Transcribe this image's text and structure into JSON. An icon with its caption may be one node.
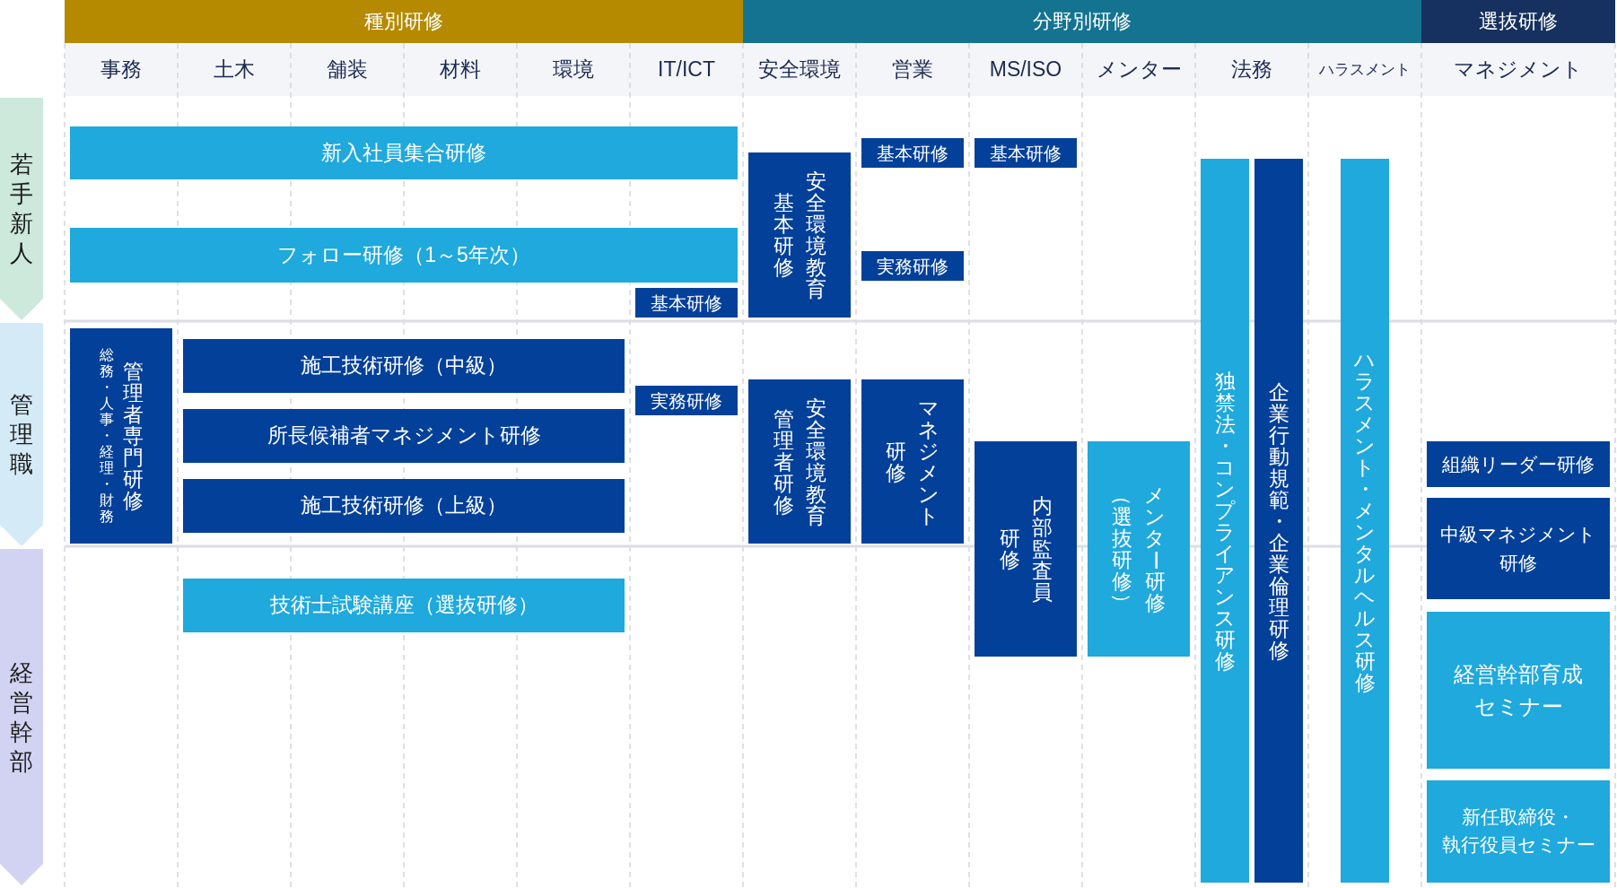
{
  "diagram": {
    "nodes": [
      {
        "text": [
          "種別研修"
        ]
      },
      {
        "text": [
          "分野別研修"
        ]
      },
      {
        "text": [
          "選抜研修"
        ]
      },
      {
        "text": [
          "若手新人"
        ]
      },
      {
        "text": [
          "管理職"
        ]
      },
      {
        "text": [
          "経営幹部"
        ]
      },
      {
        "text": [
          "新入社員集合研修"
        ]
      },
      {
        "text": [
          "フォロー研修（1～5年次）"
        ]
      },
      {
        "text": [
          "基本研修"
        ]
      },
      {
        "text": [
          "安全環境教育基本研修"
        ]
      },
      {
        "text": [
          "基本研修"
        ]
      },
      {
        "text": [
          "基本研修"
        ]
      },
      {
        "text": [
          "実務研修"
        ]
      },
      {
        "text": [
          "独禁法・コンプライアンス研修"
        ]
      },
      {
        "text": [
          "企業行動規範・企業倫理研修"
        ]
      },
      {
        "text": [
          "ハラスメント・メンタルヘルス研修"
        ]
      },
      {
        "text": [
          "総務・人事・経理・財務",
          "管理者専門研修"
        ]
      },
      {
        "text": [
          "施工技術研修（中級）"
        ]
      },
      {
        "text": [
          "所長候補者マネジメント研修"
        ]
      },
      {
        "text": [
          "施工技術研修（上級）"
        ]
      },
      {
        "text": [
          "実務研修"
        ]
      },
      {
        "text": [
          "安全環境教育管理者研修"
        ]
      },
      {
        "text": [
          "マネジメント研修"
        ]
      },
      {
        "text": [
          "内部監査員研修"
        ]
      },
      {
        "text": [
          "メンター研修（選抜研修）"
        ]
      },
      {
        "text": [
          "組織リーダー研修"
        ]
      },
      {
        "text": [
          "中級マネジメント研修"
        ]
      },
      {
        "text": [
          "技術士試験講座（選抜研修）"
        ]
      },
      {
        "text": [
          "経営幹部育成セミナー"
        ]
      },
      {
        "text": [
          "新任取締役・執行役員セミナー"
        ]
      }
    ],
    "labels": [
      "事務",
      "土木",
      "舗装",
      "材料",
      "環境",
      "IT/ICT",
      "安全環境",
      "営業",
      "MS/ISO",
      "メンター",
      "法務",
      "ハラスメント",
      "マネジメント"
    ]
  }
}
